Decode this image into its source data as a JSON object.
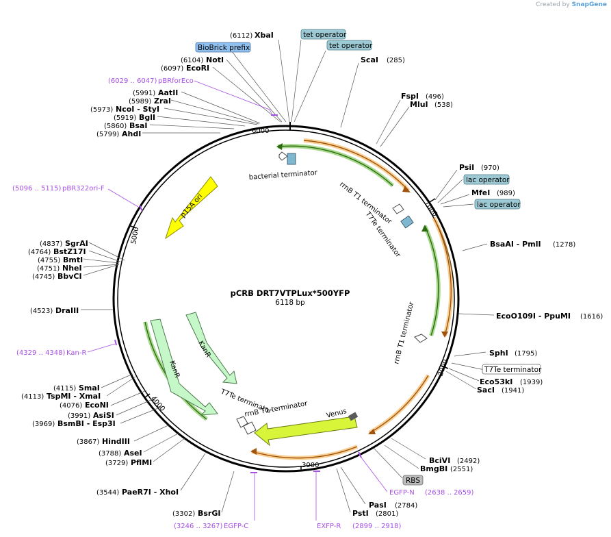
{
  "credit": {
    "prefix": "Created by",
    "brand": "SnapGene"
  },
  "plasmid": {
    "name": "pCRB DRT7VTPLux*500YFP",
    "length": "6118 bp"
  },
  "ticks": [
    "1000",
    "2000",
    "3000",
    "4000",
    "5000",
    "6000"
  ],
  "sites": [
    {
      "name": "XbaI",
      "pos": "(6112)"
    },
    {
      "name": "NotI",
      "pos": "(6104)"
    },
    {
      "name": "EcoRI",
      "pos": "(6097)"
    },
    {
      "name": "AatII",
      "pos": "(5991)"
    },
    {
      "name": "ZraI",
      "pos": "(5989)"
    },
    {
      "name": "NcoI  - StyI",
      "pos": "(5973)"
    },
    {
      "name": "BglI",
      "pos": "(5919)"
    },
    {
      "name": "BsaI",
      "pos": "(5860)"
    },
    {
      "name": "AhdI",
      "pos": "(5799)"
    },
    {
      "name": "ScaI",
      "pos": "(285)"
    },
    {
      "name": "FspI",
      "pos": "(496)"
    },
    {
      "name": "MluI",
      "pos": "(538)"
    },
    {
      "name": "PsiI",
      "pos": "(970)"
    },
    {
      "name": "MfeI",
      "pos": "(989)"
    },
    {
      "name": "BsaAI  - PmlI",
      "pos": "(1278)"
    },
    {
      "name": "EcoO109I  - PpuMI",
      "pos": "(1616)"
    },
    {
      "name": "SphI",
      "pos": "(1795)"
    },
    {
      "name": "Eco53kI",
      "pos": "(1939)"
    },
    {
      "name": "SacI",
      "pos": "(1941)"
    },
    {
      "name": "BciVI",
      "pos": "(2492)"
    },
    {
      "name": "BmgBI",
      "pos": "(2551)"
    },
    {
      "name": "PasI",
      "pos": "(2784)"
    },
    {
      "name": "PstI",
      "pos": "(2801)"
    },
    {
      "name": "BsrGI",
      "pos": "(3302)"
    },
    {
      "name": "PaeR7I  - XhoI",
      "pos": "(3544)"
    },
    {
      "name": "PflMI",
      "pos": "(3729)"
    },
    {
      "name": "AseI",
      "pos": "(3788)"
    },
    {
      "name": "HindIII",
      "pos": "(3867)"
    },
    {
      "name": "BsmBI  - Esp3I",
      "pos": "(3969)"
    },
    {
      "name": "AsiSI",
      "pos": "(3991)"
    },
    {
      "name": "EcoNI",
      "pos": "(4076)"
    },
    {
      "name": "TspMI  - XmaI",
      "pos": "(4113)"
    },
    {
      "name": "SmaI",
      "pos": "(4115)"
    },
    {
      "name": "DraIII",
      "pos": "(4523)"
    },
    {
      "name": "BbvCI",
      "pos": "(4745)"
    },
    {
      "name": "NheI",
      "pos": "(4751)"
    },
    {
      "name": "BmtI",
      "pos": "(4755)"
    },
    {
      "name": "BstZ17I",
      "pos": "(4764)"
    },
    {
      "name": "SgrAI",
      "pos": "(4837)"
    }
  ],
  "primers": [
    {
      "name": "pBRforEco",
      "range": "(6029 .. 6047)"
    },
    {
      "name": "pBR322ori-F",
      "range": "(5096 .. 5115)"
    },
    {
      "name": "Kan-R",
      "range": "(4329 .. 4348)"
    },
    {
      "name": "EGFP-C",
      "range": "(3246 .. 3267)"
    },
    {
      "name": "EXFP-R",
      "range": "(2899 .. 2918)"
    },
    {
      "name": "EGFP-N",
      "range": "(2638 .. 2659)"
    }
  ],
  "boxes": [
    {
      "name": "tet operator",
      "color": "#9cc9d3"
    },
    {
      "name": "tet operator",
      "color": "#9cc9d3"
    },
    {
      "name": "BioBrick prefix",
      "color": "#8fbfee"
    },
    {
      "name": "lac operator",
      "color": "#9cc9d3"
    },
    {
      "name": "lac operator",
      "color": "#9cc9d3"
    },
    {
      "name": "T7Te terminator",
      "color": "#ffffff"
    },
    {
      "name": "RBS",
      "color": "#bdbdbd"
    }
  ],
  "features": [
    "bacterial terminator",
    "rrnB T1 terminator",
    "T7Te terminator",
    "rrnB T1 terminator",
    "p15A ori",
    "KanR",
    "KanR",
    "T7Te terminator",
    "rrnB T1 terminator",
    "Venus"
  ],
  "colors": {
    "orange": "#f2a93b",
    "green": "#5cb82e",
    "venus": "#d8f53a",
    "kanr": "#c6f7c8",
    "p15a": "#ffff00",
    "primer": "#a64fe6"
  }
}
